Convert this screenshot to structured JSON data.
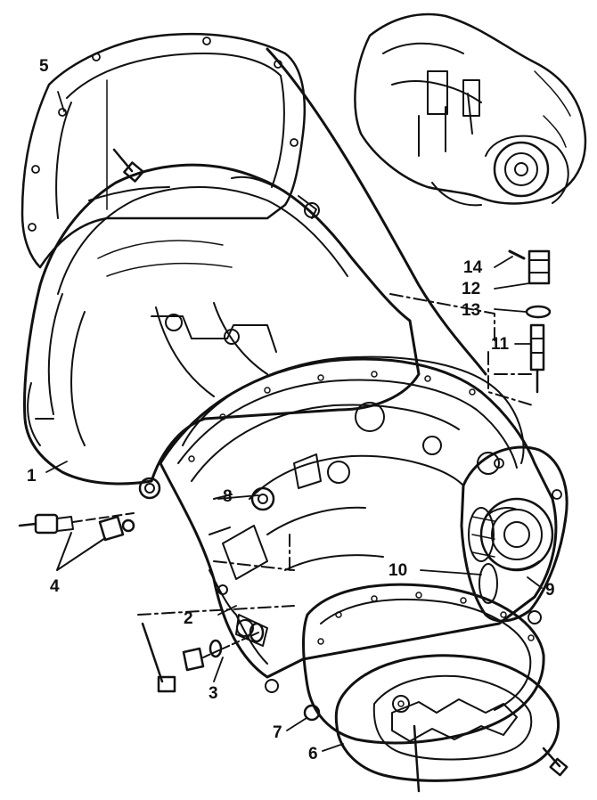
{
  "callouts": {
    "c1": "1",
    "c2": "2",
    "c3": "3",
    "c4": "4",
    "c5": "5",
    "c6": "6",
    "c7": "7",
    "c8": "8",
    "c9": "9",
    "c10": "10",
    "c11": "11",
    "c12": "12",
    "c13": "13",
    "c14": "14"
  },
  "colors": {
    "ink": "#111111",
    "paper": "#ffffff"
  }
}
